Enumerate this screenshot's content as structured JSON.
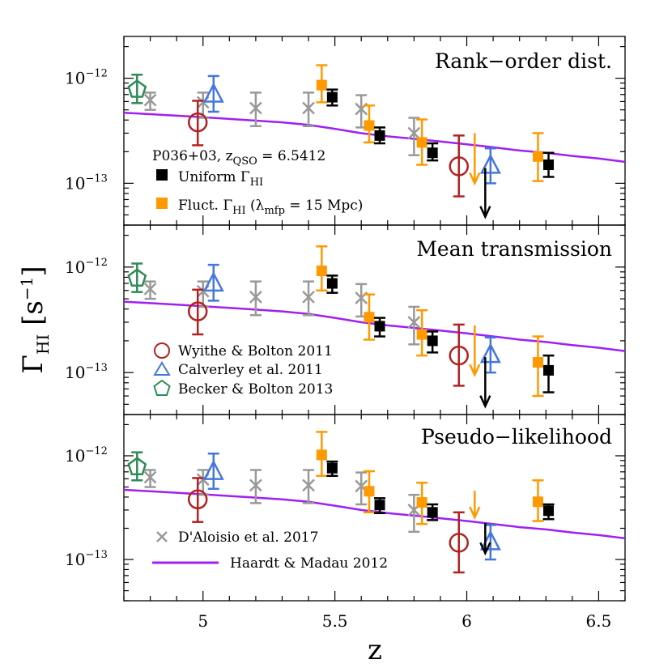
{
  "chart_data": {
    "type": "scatter",
    "xlabel": "z",
    "ylabel": "Γ_HI [s^-1]",
    "ylabel_parts": {
      "gamma": "Γ",
      "sub": "HI",
      "unit": "s",
      "unit_exp": "−1"
    },
    "xlim": [
      4.7,
      6.6
    ],
    "ylim": [
      4e-14,
      2.5e-12
    ],
    "yscale": "log",
    "x_ticks": [
      "5",
      "5.5",
      "6",
      "6.5"
    ],
    "y_ticks": [
      {
        "base": "10",
        "exp": "−12",
        "value": 1e-12
      },
      {
        "base": "10",
        "exp": "−13",
        "value": 1e-13
      }
    ],
    "colors": {
      "uniform": "#000000",
      "fluct": "#ff9900",
      "wyithe": "#b22222",
      "calverley": "#4477dd",
      "becker": "#2e8b57",
      "daloisio": "#999999",
      "hm12": "#a020f0"
    },
    "annotation": {
      "prefix": "P036+03, z",
      "sub": "QSO",
      "suffix": " = 6.5412"
    },
    "legend_panel1": [
      {
        "series": "uniform",
        "marker": "square",
        "label": "Uniform Γ",
        "sub": "HI",
        "rest": ""
      },
      {
        "series": "fluct",
        "marker": "square",
        "label": "Fluct. Γ",
        "sub": "HI",
        "rest": " (λ",
        "sub2": "mfp",
        "rest2": " = 15 Mpc)"
      }
    ],
    "legend_panel2": [
      {
        "series": "wyithe",
        "marker": "circle",
        "label": "Wyithe & Bolton 2011"
      },
      {
        "series": "calverley",
        "marker": "triangle",
        "label": "Calverley et al. 2011"
      },
      {
        "series": "becker",
        "marker": "pentagon",
        "label": "Becker & Bolton 2013"
      }
    ],
    "legend_panel3": [
      {
        "series": "daloisio",
        "marker": "x",
        "label": "D'Aloisio et al. 2017"
      },
      {
        "series": "hm12",
        "marker": "line",
        "label": "Haardt & Madau 2012"
      }
    ],
    "shared_series": {
      "wyithe": [
        {
          "x": 4.98,
          "y": 3.8e-13,
          "lo": 2.3e-13,
          "hi": 6.1e-13
        },
        {
          "x": 5.97,
          "y": 1.45e-13,
          "lo": 7.5e-14,
          "hi": 2.85e-13
        }
      ],
      "calverley": [
        {
          "x": 5.04,
          "y": 6.9e-13,
          "lo": 4.8e-13,
          "hi": 1.05e-12
        },
        {
          "x": 6.09,
          "y": 1.45e-13,
          "lo": 1e-13,
          "hi": 2.15e-13
        }
      ],
      "becker": [
        {
          "x": 4.75,
          "y": 7.8e-13,
          "lo": 5.8e-13,
          "hi": 1.08e-12
        }
      ],
      "daloisio": [
        {
          "x": 4.8,
          "y": 6.2e-13,
          "lo": 5e-13,
          "hi": 7.3e-13
        },
        {
          "x": 5.0,
          "y": 5.9e-13,
          "lo": 4.2e-13,
          "hi": 7.3e-13
        },
        {
          "x": 5.2,
          "y": 5.2e-13,
          "lo": 3.5e-13,
          "hi": 7.3e-13
        },
        {
          "x": 5.4,
          "y": 5.2e-13,
          "lo": 3.5e-13,
          "hi": 7.3e-13
        },
        {
          "x": 5.6,
          "y": 5.1e-13,
          "lo": 3.4e-13,
          "hi": 6.9e-13
        },
        {
          "x": 5.8,
          "y": 3e-13,
          "lo": 1.85e-13,
          "hi": 4.2e-13
        }
      ],
      "hm12": {
        "x": [
          4.7,
          4.8,
          4.9,
          5.0,
          5.1,
          5.2,
          5.3,
          5.4,
          5.5,
          5.6,
          5.7,
          5.8,
          5.9,
          6.0,
          6.1,
          6.2,
          6.3,
          6.4,
          6.5,
          6.6
        ],
        "y": [
          4.7e-13,
          4.55e-13,
          4.4e-13,
          4.25e-13,
          4.1e-13,
          3.95e-13,
          3.8e-13,
          3.6e-13,
          3.3e-13,
          3e-13,
          2.8e-13,
          2.65e-13,
          2.5e-13,
          2.35e-13,
          2.2e-13,
          2.05e-13,
          1.95e-13,
          1.82e-13,
          1.72e-13,
          1.6e-13
        ]
      }
    },
    "panels": [
      {
        "title": "Rank−order dist.",
        "uniform": [
          {
            "x": 5.49,
            "y": 6.6e-13,
            "lo": 5.5e-13,
            "hi": 7.8e-13
          },
          {
            "x": 5.67,
            "y": 2.85e-13,
            "lo": 2.4e-13,
            "hi": 3.4e-13
          },
          {
            "x": 5.87,
            "y": 1.95e-13,
            "lo": 1.65e-13,
            "hi": 2.4e-13
          },
          {
            "x": 6.31,
            "y": 1.5e-13,
            "lo": 1.15e-13,
            "hi": 1.95e-13
          }
        ],
        "uniform_limit": [
          {
            "x": 6.07,
            "top": 1.4e-13,
            "tip": 4.8e-14
          }
        ],
        "fluct": [
          {
            "x": 5.45,
            "y": 8.6e-13,
            "lo": 5.9e-13,
            "hi": 1.33e-12
          },
          {
            "x": 5.63,
            "y": 3.55e-13,
            "lo": 2.45e-13,
            "hi": 5.5e-13
          },
          {
            "x": 5.83,
            "y": 2.45e-13,
            "lo": 1.5e-13,
            "hi": 4.05e-13
          },
          {
            "x": 6.27,
            "y": 1.8e-13,
            "lo": 1.05e-13,
            "hi": 3e-13
          }
        ],
        "fluct_limit": [
          {
            "x": 6.03,
            "top": 3e-13,
            "tip": 1e-13
          }
        ]
      },
      {
        "title": "Mean transmission",
        "uniform": [
          {
            "x": 5.49,
            "y": 7e-13,
            "lo": 5.7e-13,
            "hi": 8.3e-13
          },
          {
            "x": 5.67,
            "y": 2.75e-13,
            "lo": 2.2e-13,
            "hi": 3.3e-13
          },
          {
            "x": 5.87,
            "y": 2e-13,
            "lo": 1.55e-13,
            "hi": 2.45e-13
          },
          {
            "x": 6.31,
            "y": 1.05e-13,
            "lo": 6.5e-14,
            "hi": 1.45e-13
          }
        ],
        "uniform_limit": [
          {
            "x": 6.07,
            "top": 1.4e-13,
            "tip": 4.8e-14
          }
        ],
        "fluct": [
          {
            "x": 5.45,
            "y": 9.2e-13,
            "lo": 6e-13,
            "hi": 1.57e-12
          },
          {
            "x": 5.63,
            "y": 3.35e-13,
            "lo": 2.05e-13,
            "hi": 5.5e-13
          },
          {
            "x": 5.83,
            "y": 2.3e-13,
            "lo": 1.45e-13,
            "hi": 3.9e-13
          },
          {
            "x": 6.27,
            "y": 1.25e-13,
            "lo": 6e-14,
            "hi": 2.2e-13
          }
        ],
        "fluct_limit": [
          {
            "x": 6.03,
            "top": 2.8e-13,
            "tip": 9.5e-14
          }
        ]
      },
      {
        "title": "Pseudo−likelihood",
        "uniform": [
          {
            "x": 5.49,
            "y": 7.6e-13,
            "lo": 6.4e-13,
            "hi": 8.8e-13
          },
          {
            "x": 5.67,
            "y": 3.35e-13,
            "lo": 2.8e-13,
            "hi": 3.9e-13
          },
          {
            "x": 5.87,
            "y": 2.85e-13,
            "lo": 2.4e-13,
            "hi": 3.4e-13
          },
          {
            "x": 6.31,
            "y": 2.95e-13,
            "lo": 2.45e-13,
            "hi": 3.4e-13
          }
        ],
        "uniform_limit": [
          {
            "x": 6.07,
            "top": 2.25e-13,
            "tip": 1.15e-13
          }
        ],
        "fluct": [
          {
            "x": 5.45,
            "y": 1.02e-12,
            "lo": 6.4e-13,
            "hi": 1.7e-12
          },
          {
            "x": 5.63,
            "y": 4.55e-13,
            "lo": 2.85e-13,
            "hi": 7.1e-13
          },
          {
            "x": 5.83,
            "y": 3.55e-13,
            "lo": 2.2e-13,
            "hi": 5.5e-13
          },
          {
            "x": 6.27,
            "y": 3.6e-13,
            "lo": 2.35e-13,
            "hi": 5.8e-13
          }
        ],
        "fluct_limit": [
          {
            "x": 6.03,
            "top": 4.6e-13,
            "tip": 2.55e-13
          }
        ]
      }
    ]
  }
}
